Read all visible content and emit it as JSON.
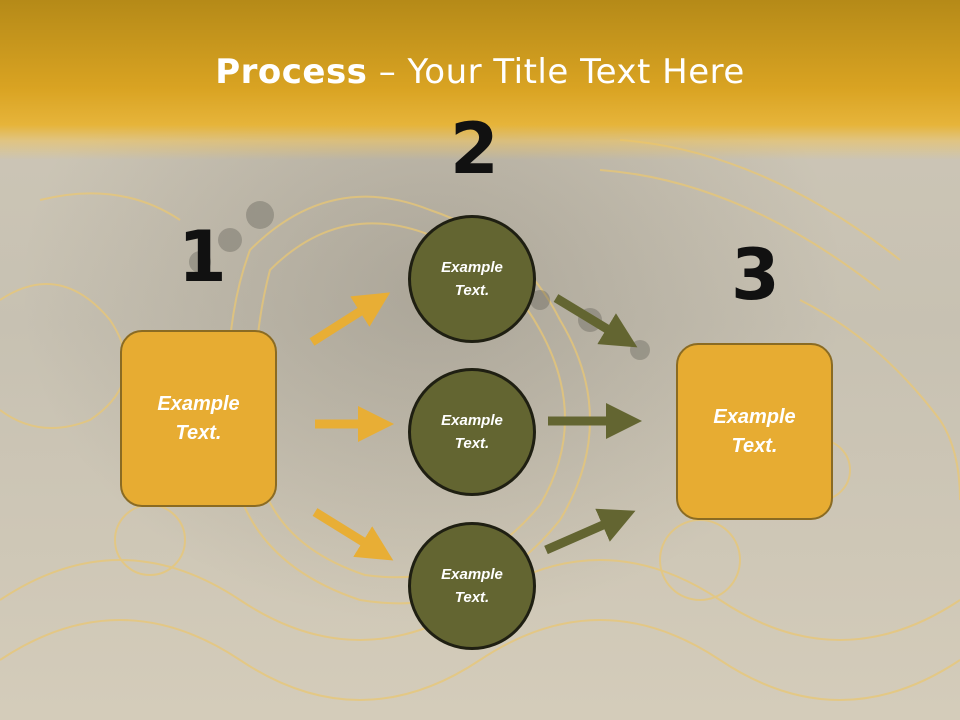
{
  "slide": {
    "title_bold": "Process",
    "title_rest": " – Your Title Text Here"
  },
  "steps": {
    "step1": {
      "number": "1",
      "text_line1": "Example",
      "text_line2": "Text."
    },
    "step2": {
      "number": "2",
      "circles": [
        {
          "line1": "Example",
          "line2": "Text."
        },
        {
          "line1": "Example",
          "line2": "Text."
        },
        {
          "line1": "Example",
          "line2": "Text."
        }
      ]
    },
    "step3": {
      "number": "3",
      "text_line1": "Example",
      "text_line2": "Text."
    }
  },
  "colors": {
    "header_gold": "#d9a322",
    "box_fill": "#e7ac32",
    "circle_fill": "#636531",
    "arrow_gold": "#e8ae35",
    "arrow_olive": "#636531"
  }
}
